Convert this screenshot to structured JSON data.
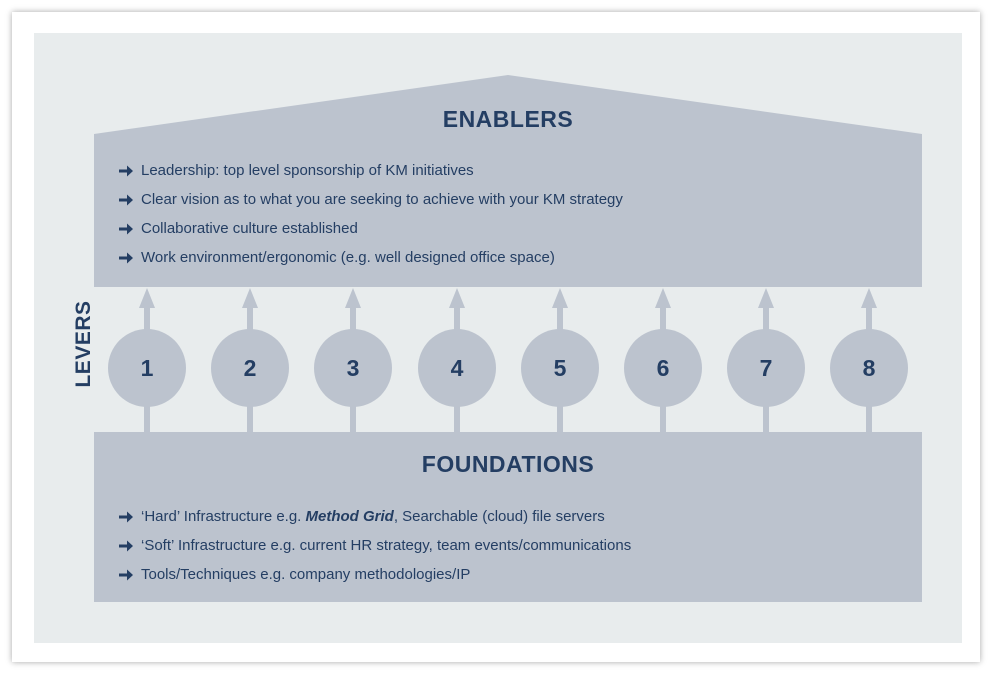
{
  "enablers": {
    "title": "ENABLERS",
    "items": [
      "Leadership: top level sponsorship of KM initiatives",
      "Clear vision as to what you are seeking to achieve with your KM strategy",
      "Collaborative culture established",
      "Work environment/ergonomic (e.g. well designed office space)"
    ]
  },
  "levers": {
    "label": "LEVERS",
    "numbers": [
      "1",
      "2",
      "3",
      "4",
      "5",
      "6",
      "7",
      "8"
    ]
  },
  "foundations": {
    "title": "FOUNDATIONS",
    "item1_pre": "‘Hard’ Infrastructure e.g. ",
    "item1_em": "Method Grid",
    "item1_post": ", Searchable (cloud) file servers",
    "item2": "‘Soft’ Infrastructure e.g. current HR strategy, team events/communications",
    "item3": "Tools/Techniques e.g. company methodologies/IP"
  },
  "colors": {
    "panel": "#bcc3ce",
    "text": "#243e63",
    "background": "#e8eced"
  }
}
